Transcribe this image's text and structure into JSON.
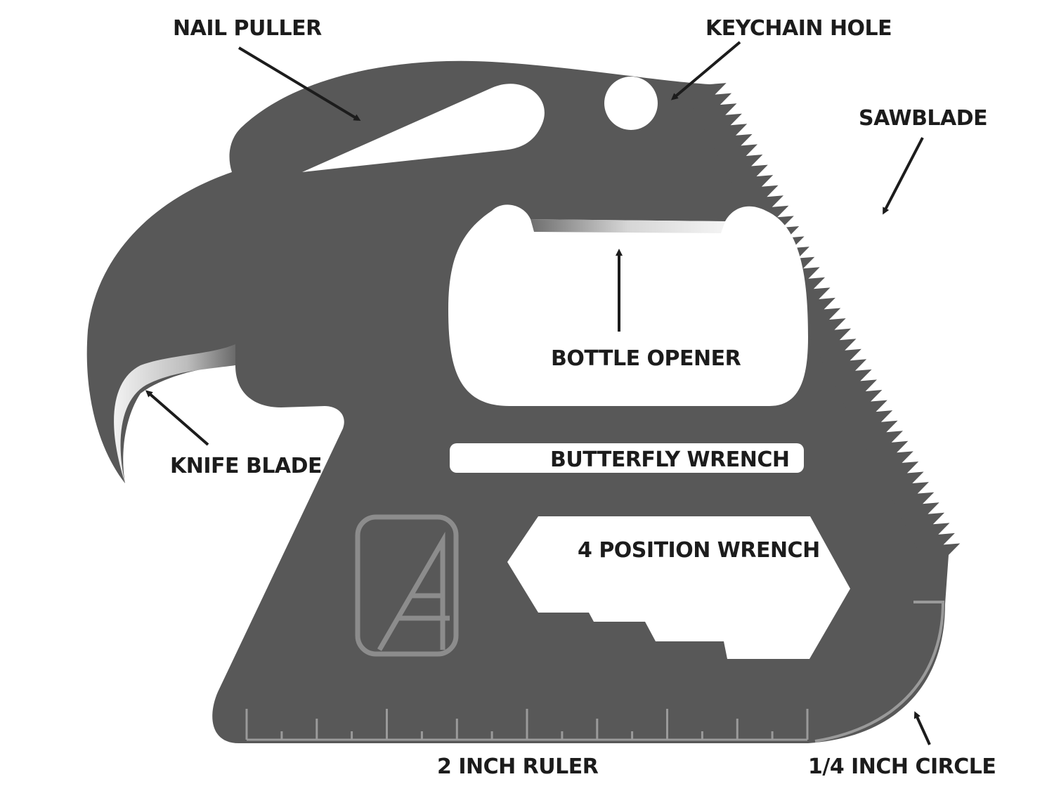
{
  "colors": {
    "tool": "#585858",
    "cutout": "#ffffff",
    "text": "#1c1c1c",
    "arrow": "#1c1c1c",
    "logo": "#8c8c8c"
  },
  "labels": {
    "nail_puller": "NAIL PULLER",
    "keychain_hole": "KEYCHAIN HOLE",
    "sawblade": "SAWBLADE",
    "bottle_opener": "BOTTLE OPENER",
    "butterfly_wrench": "BUTTERFLY WRENCH",
    "four_position_wrench": "4 POSITION WRENCH",
    "knife_blade": "KNIFE BLADE",
    "two_inch_ruler": "2 INCH RULER",
    "quarter_inch_circle": "1/4 INCH CIRCLE"
  },
  "logo_icon": "a-monogram-icon",
  "ruler": {
    "length_inches": 2,
    "ticks_per_inch": 8
  }
}
